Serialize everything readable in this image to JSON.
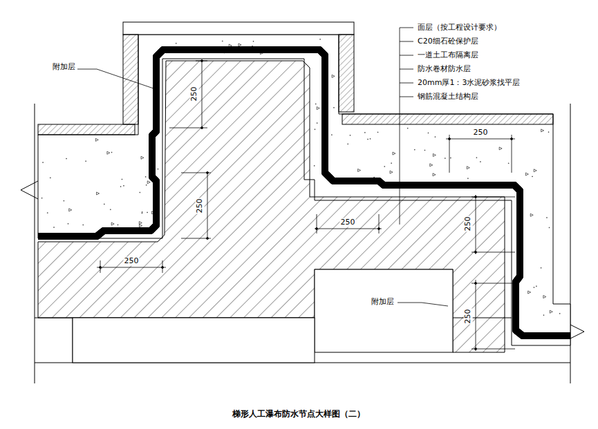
{
  "diagram": {
    "caption": "梯形人工瀑布防水节点大样图（二）",
    "labels": [
      "面层（按工程设计要求）",
      "C20细石砼保护层",
      "一道土工布隔离层",
      "防水卷材防水层",
      "20mm厚1：3水泥砂浆找平层",
      "钢筋混凝土结构层",
      "附加层",
      "250",
      "250",
      "250",
      "250",
      "250",
      "250",
      "附加层",
      "250"
    ]
  }
}
